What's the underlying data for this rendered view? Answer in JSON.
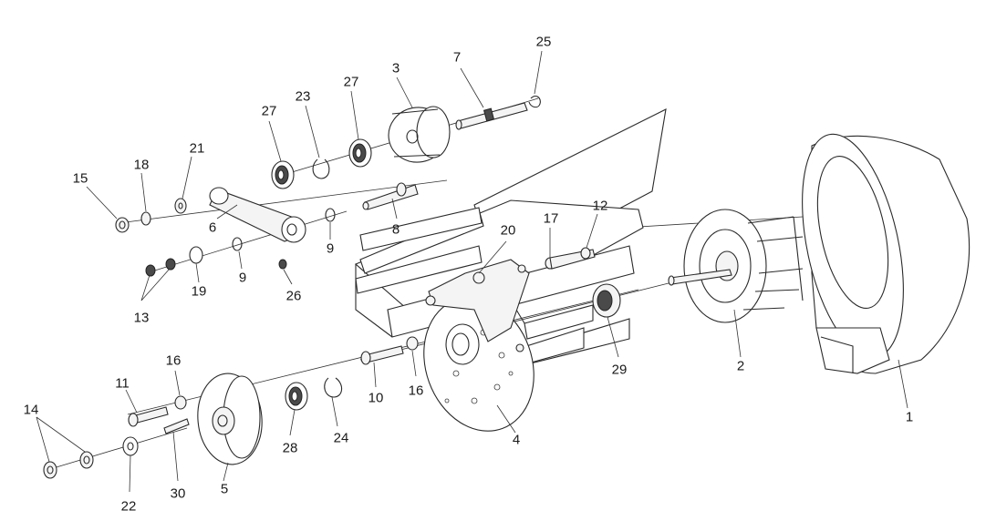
{
  "diagram": {
    "callouts": [
      "1",
      "2",
      "3",
      "4",
      "5",
      "6",
      "7",
      "8",
      "9",
      "9",
      "10",
      "11",
      "12",
      "13",
      "14",
      "15",
      "16",
      "16",
      "17",
      "18",
      "19",
      "20",
      "21",
      "22",
      "23",
      "24",
      "25",
      "26",
      "27",
      "27",
      "28",
      "29",
      "30"
    ]
  }
}
